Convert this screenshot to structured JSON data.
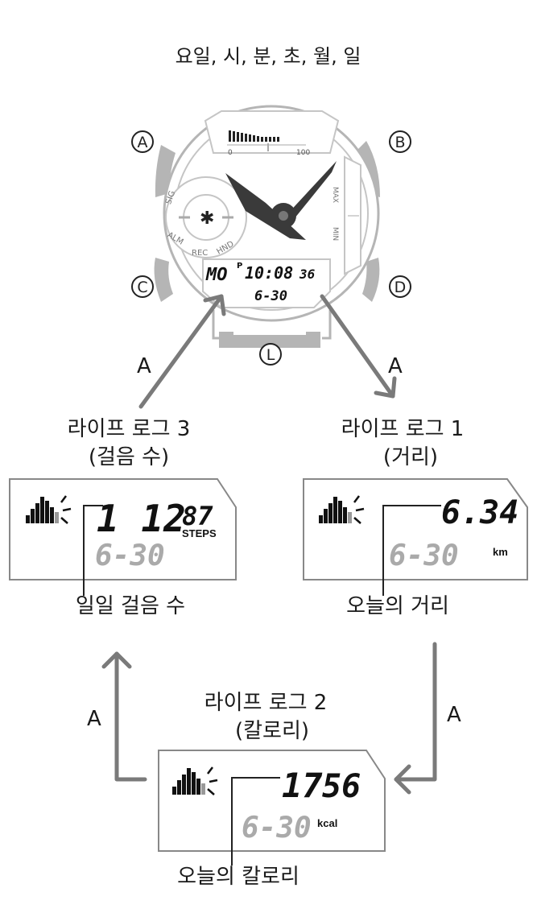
{
  "header": {
    "title": "요일, 시, 분, 초, 월, 일"
  },
  "watch": {
    "buttons": {
      "a": "A",
      "b": "B",
      "c": "C",
      "d": "D",
      "l": "L"
    },
    "gauge_min": "0",
    "gauge_max": "100",
    "bezel": {
      "sig": "SIG",
      "alm": "ALM",
      "rec": "REC",
      "hnd": "HND",
      "max": "MAX",
      "min": "MIN"
    },
    "bt_symbol": "✱",
    "display": {
      "day": "MO",
      "pm": "P",
      "time": "10:08",
      "seconds": "36",
      "date": "6-30"
    }
  },
  "transitions": {
    "a_left": "A",
    "a_right": "A",
    "a_bottom_left": "A",
    "a_bottom_right": "A"
  },
  "log3": {
    "title": "라이프 로그 3",
    "subtitle": "(걸음 수)",
    "value_big": "1 12",
    "value_small": "87",
    "unit": "STEPS",
    "date": "6-30",
    "caption": "일일 걸음 수"
  },
  "log1": {
    "title": "라이프 로그 1",
    "subtitle": "(거리)",
    "value": "6.34",
    "unit": "km",
    "date": "6-30",
    "caption": "오늘의 거리"
  },
  "log2": {
    "title": "라이프 로그 2",
    "subtitle": "(칼로리)",
    "value_big": "17",
    "value_small": "56",
    "unit": "kcal",
    "date": "6-30",
    "caption": "오늘의 칼로리"
  }
}
